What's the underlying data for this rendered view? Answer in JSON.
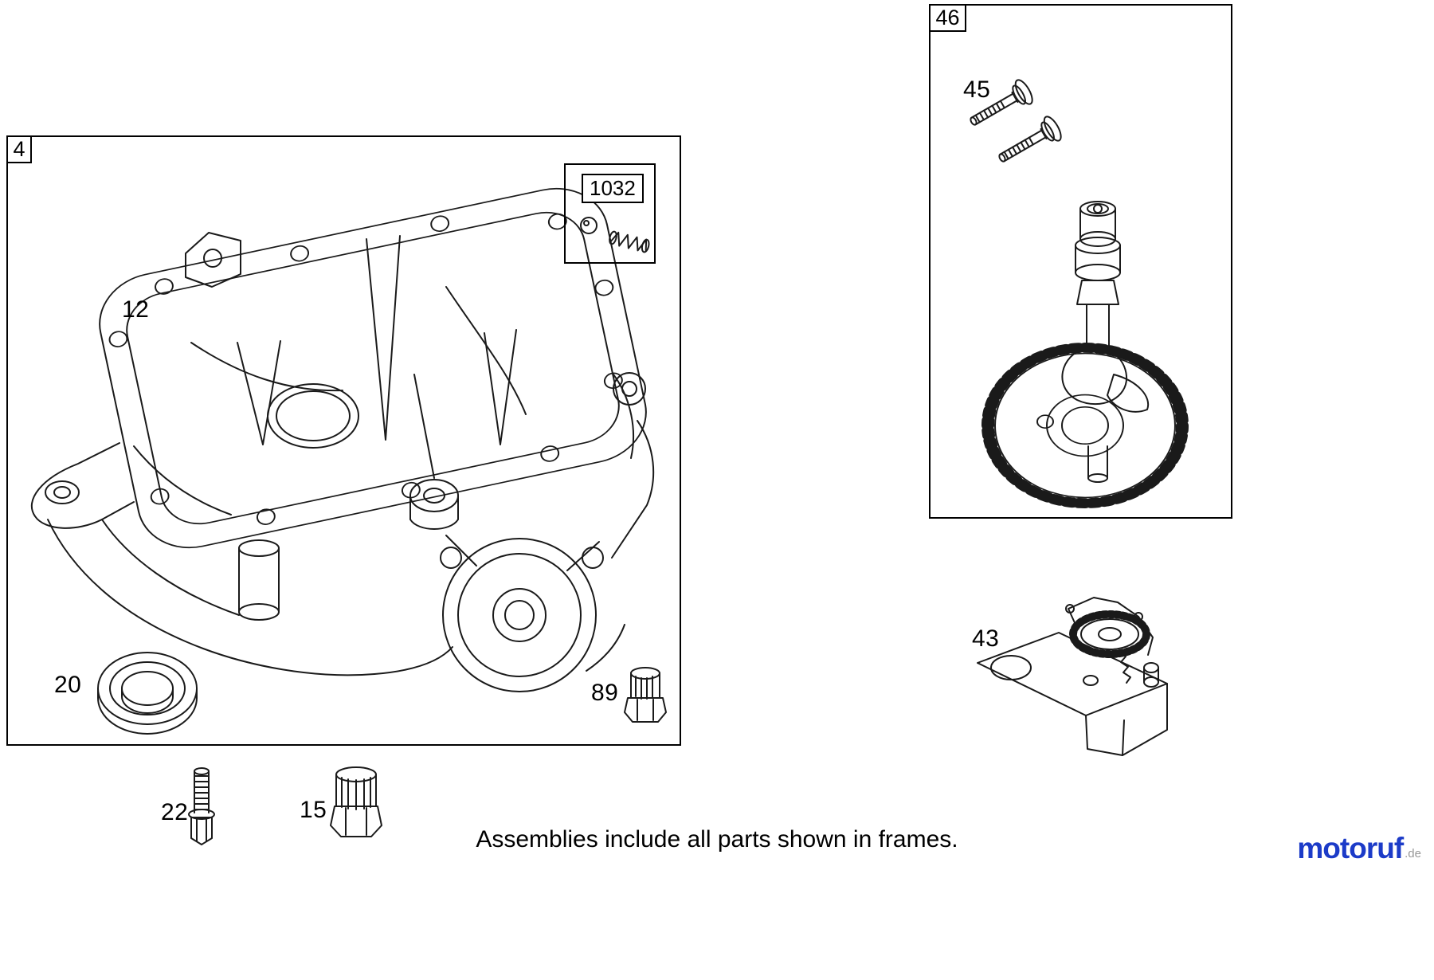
{
  "page": {
    "footer_note": "Assemblies include all parts shown in frames.",
    "logo": {
      "text": "motoruf",
      "suffix": ".de"
    }
  },
  "frames": {
    "sump": {
      "label": "4"
    },
    "camshaft": {
      "label": "46"
    },
    "kit": {
      "label": "1032"
    }
  },
  "parts": {
    "gasket": {
      "ref": "12"
    },
    "seal": {
      "ref": "20"
    },
    "screw": {
      "ref": "22"
    },
    "plug": {
      "ref": "15"
    },
    "drain_plug": {
      "ref": "89"
    },
    "cam_screws": {
      "ref": "45"
    },
    "governor": {
      "ref": "43"
    }
  },
  "colors": {
    "line": "#1a1a1a",
    "logo_blue": "#1c3bc8",
    "logo_grey": "#999999"
  }
}
